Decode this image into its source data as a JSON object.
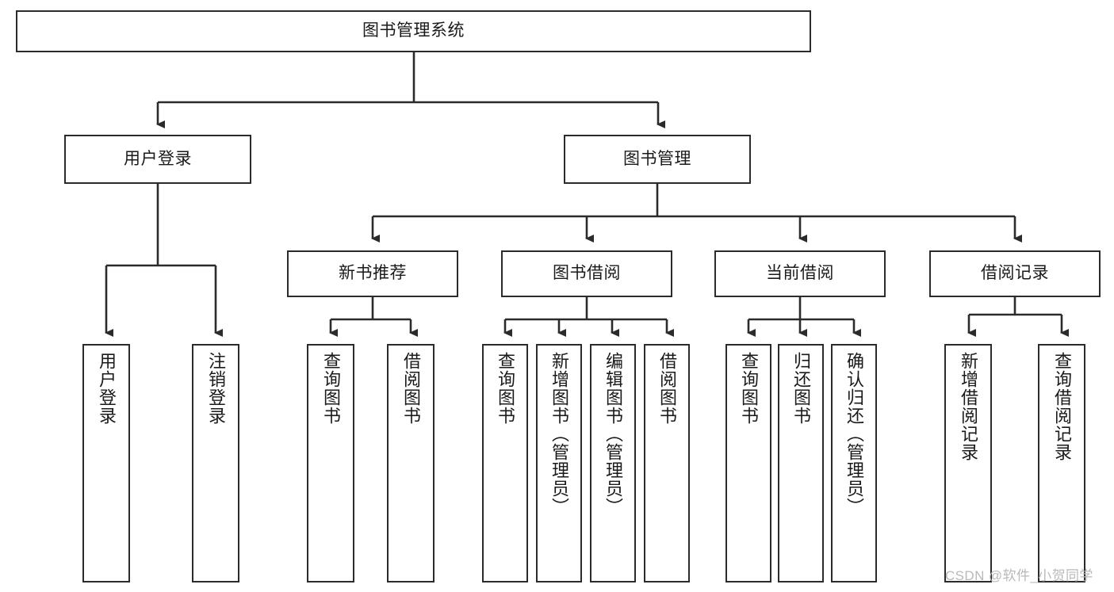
{
  "diagram": {
    "type": "tree-hierarchy",
    "title": "图书管理系统",
    "root": {
      "id": "root",
      "label": "图书管理系统"
    },
    "level2": [
      {
        "id": "user-login",
        "label": "用户登录"
      },
      {
        "id": "book-manage",
        "label": "图书管理"
      }
    ],
    "level3": [
      {
        "id": "new-book-recommend",
        "label": "新书推荐",
        "parent": "book-manage"
      },
      {
        "id": "book-borrow",
        "label": "图书借阅",
        "parent": "book-manage"
      },
      {
        "id": "current-borrow",
        "label": "当前借阅",
        "parent": "book-manage"
      },
      {
        "id": "borrow-record",
        "label": "借阅记录",
        "parent": "book-manage"
      }
    ],
    "leaves": [
      {
        "id": "leaf-user-login",
        "label": "用户登录",
        "parent": "user-login"
      },
      {
        "id": "leaf-logout",
        "label": "注销登录",
        "parent": "user-login"
      },
      {
        "id": "leaf-query-book-1",
        "label": "查询图书",
        "parent": "new-book-recommend"
      },
      {
        "id": "leaf-borrow-book-1",
        "label": "借阅图书",
        "parent": "new-book-recommend"
      },
      {
        "id": "leaf-query-book-2",
        "label": "查询图书",
        "parent": "book-borrow"
      },
      {
        "id": "leaf-add-book",
        "label": "新增图书（管理员）",
        "parent": "book-borrow"
      },
      {
        "id": "leaf-edit-book",
        "label": "编辑图书（管理员）",
        "parent": "book-borrow"
      },
      {
        "id": "leaf-borrow-book-2",
        "label": "借阅图书",
        "parent": "book-borrow"
      },
      {
        "id": "leaf-query-book-3",
        "label": "查询图书",
        "parent": "current-borrow"
      },
      {
        "id": "leaf-return-book",
        "label": "归还图书",
        "parent": "current-borrow"
      },
      {
        "id": "leaf-confirm-return",
        "label": "确认归还（管理员）",
        "parent": "current-borrow"
      },
      {
        "id": "leaf-add-record",
        "label": "新增借阅记录",
        "parent": "borrow-record"
      },
      {
        "id": "leaf-query-record",
        "label": "查询借阅记录",
        "parent": "borrow-record"
      }
    ]
  },
  "colors": {
    "stroke": "#2b2b2b",
    "fill": "#ffffff",
    "text": "#1a1a1a",
    "watermark": "#b9b9b9"
  },
  "watermark": {
    "text": "CSDN @软件_小贺同学"
  }
}
